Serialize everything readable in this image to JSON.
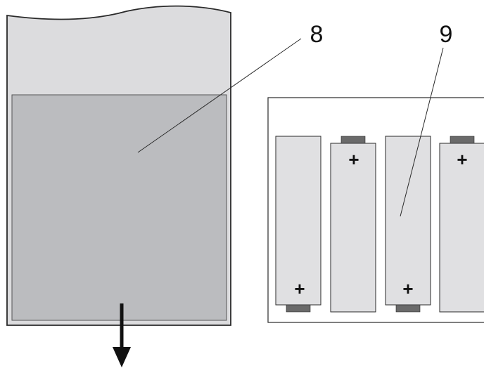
{
  "callouts": {
    "compartment_label": "8",
    "battery_label": "9"
  },
  "batteries": [
    {
      "polarity_symbol": "+",
      "terminal": "bottom"
    },
    {
      "polarity_symbol": "+",
      "terminal": "top"
    },
    {
      "polarity_symbol": "+",
      "terminal": "bottom"
    },
    {
      "polarity_symbol": "+",
      "terminal": "top"
    }
  ],
  "icons": {
    "arrow": "arrow-down-icon"
  },
  "colors": {
    "outline": "#2a2a2a",
    "cover_fill": "#dcdcde",
    "insert_fill": "#bbbcbf",
    "battery_fill": "#e0e0e2",
    "terminal_fill": "#6a6a6a",
    "tray_fill": "#ffffff"
  }
}
